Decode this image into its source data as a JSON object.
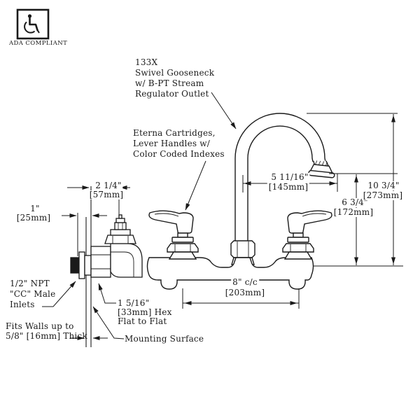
{
  "title": "Wall mount faucet technical drawing",
  "ada": {
    "label": "ADA COMPLIANT"
  },
  "callouts": {
    "gooseneck": [
      "133X",
      "Swivel Gooseneck",
      "w/ B-PT Stream",
      "Regulator Outlet"
    ],
    "cartridges": [
      "Eterna Cartridges,",
      "Lever Handles w/",
      "Color Coded Indexes"
    ],
    "inlets": [
      "1/2\" NPT",
      "\"CC\" Male",
      "Inlets"
    ],
    "walls": [
      "Fits Walls up to",
      "5/8\" [16mm] Thick"
    ],
    "hex": [
      "1 5/16\"",
      "[33mm] Hex",
      "Flat to Flat"
    ],
    "mounting": "Mounting Surface"
  },
  "dimensions": {
    "spout_reach": {
      "in": "5 11/16\"",
      "mm": "[145mm]"
    },
    "outlet_height": {
      "in": "6 3/4\"",
      "mm": "[172mm]"
    },
    "total_height": {
      "in": "10 3/4\"",
      "mm": "[273mm]"
    },
    "centers": {
      "in": "8\" c/c",
      "mm": "[203mm]"
    },
    "wall_to_handle": {
      "in": "2 1/4\"",
      "mm": "[57mm]"
    },
    "inlet_length": {
      "in": "1\"",
      "mm": "[25mm]"
    }
  },
  "colors": {
    "ink": "#1a1a1a",
    "background": "#ffffff"
  }
}
